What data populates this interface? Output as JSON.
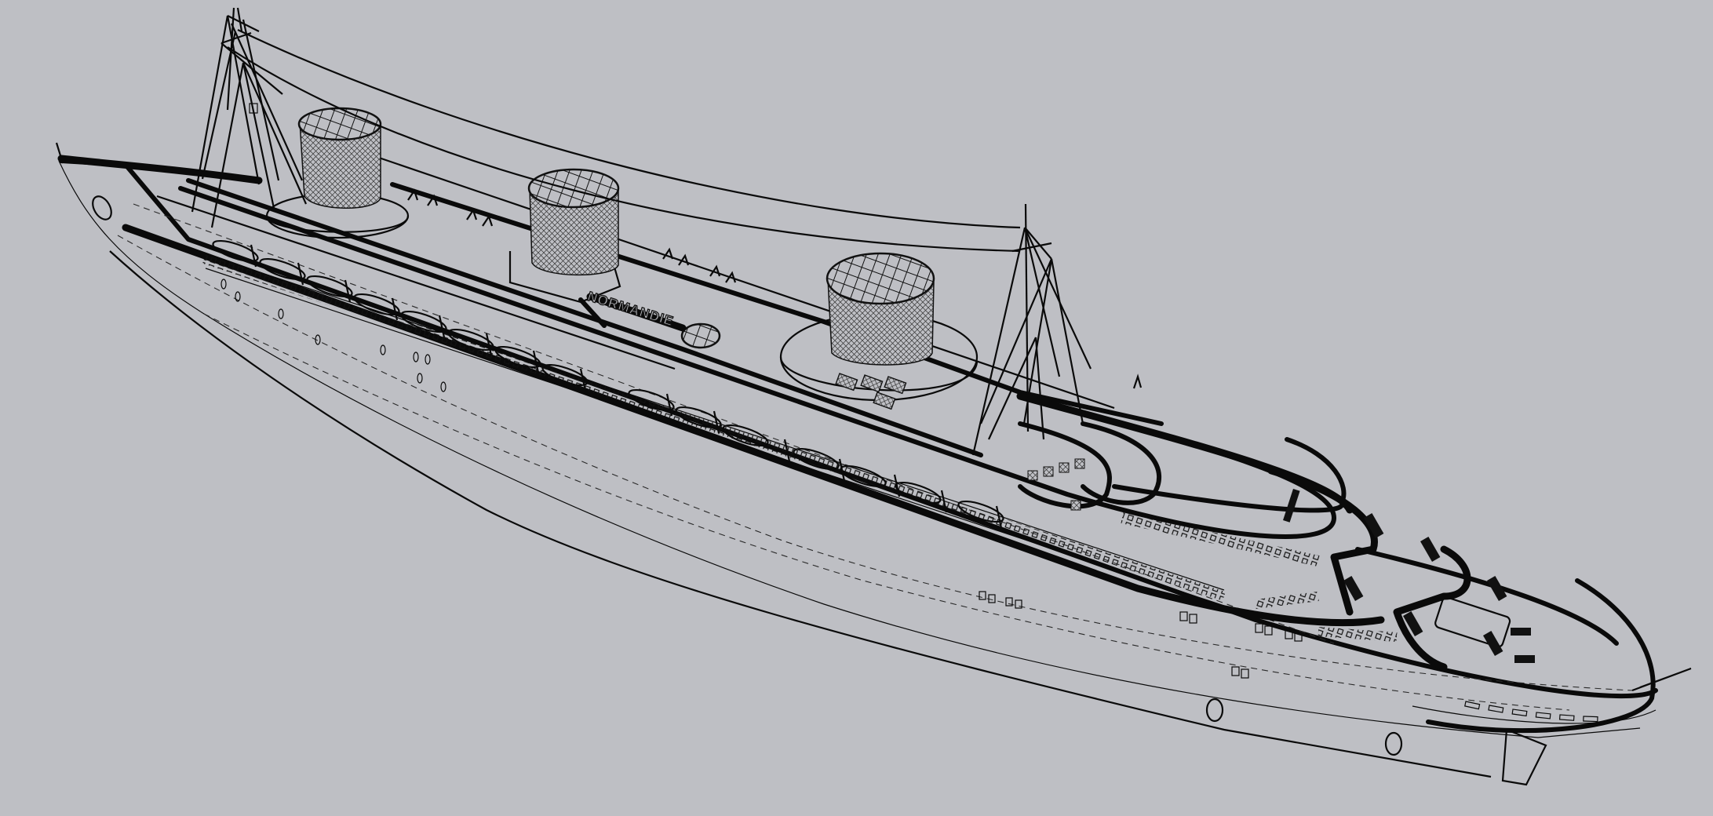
{
  "viewport": {
    "mode": "wireframe",
    "background_color": "#bebfc4",
    "line_color": "#0a0a0a"
  },
  "model": {
    "subject": "ocean liner wireframe model",
    "nameboard_text": "NORMANDIE",
    "funnel_count": 3,
    "mast_count": 2
  }
}
